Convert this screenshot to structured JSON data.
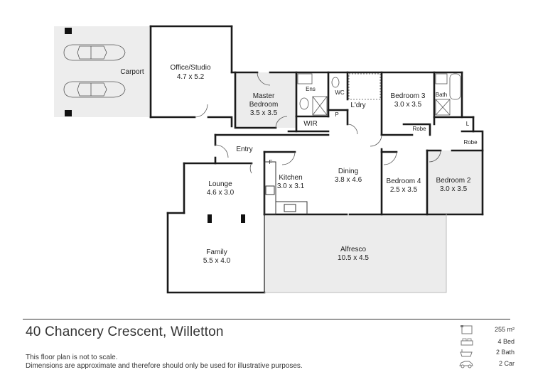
{
  "rooms": {
    "carport": "Carport",
    "office_name": "Office/Studio",
    "office_size": "4.7 x 5.2",
    "master_name_1": "Master",
    "master_name_2": "Bedroom",
    "master_size": "3.5 x 3.5",
    "ens": "Ens",
    "wc": "WC",
    "wir": "WIR",
    "pantry": "P",
    "laundry": "L'dry",
    "bed3_name": "Bedroom 3",
    "bed3_size": "3.0 x 3.5",
    "bath": "Bath",
    "robe1": "Robe",
    "linen": "L",
    "robe2": "Robe",
    "entry": "Entry",
    "fridge": "F",
    "lounge_name": "Lounge",
    "lounge_size": "4.6 x 3.0",
    "kitchen_name": "Kitchen",
    "kitchen_size": "3.0 x 3.1",
    "dining_name": "Dining",
    "dining_size": "3.8 x 4.6",
    "bed4_name": "Bedroom 4",
    "bed4_size": "2.5 x 3.5",
    "bed2_name": "Bedroom 2",
    "bed2_size": "3.0 x 3.5",
    "family_name": "Family",
    "family_size": "5.5 x 4.0",
    "alfresco_name": "Alfresco",
    "alfresco_size": "10.5 x 4.5"
  },
  "footer": {
    "address": "40 Chancery Crescent, Willetton",
    "disclaimer_1": "This floor plan is not to scale.",
    "disclaimer_2": "Dimensions are approximate and therefore should only be used for illustrative purposes."
  },
  "stats": {
    "area": "255 m²",
    "beds": "4 Bed",
    "baths": "2 Bath",
    "cars": "2 Car"
  },
  "colors": {
    "wall": "#1a1a1a",
    "carport_fill": "#ededed",
    "master_fill": "#ececec",
    "bedroom_fill": "#ececec",
    "alfresco_fill": "#ececec",
    "interior_fill": "#ffffff"
  },
  "icons": [
    "car-icon",
    "area-icon",
    "bed-icon",
    "bath-icon"
  ]
}
